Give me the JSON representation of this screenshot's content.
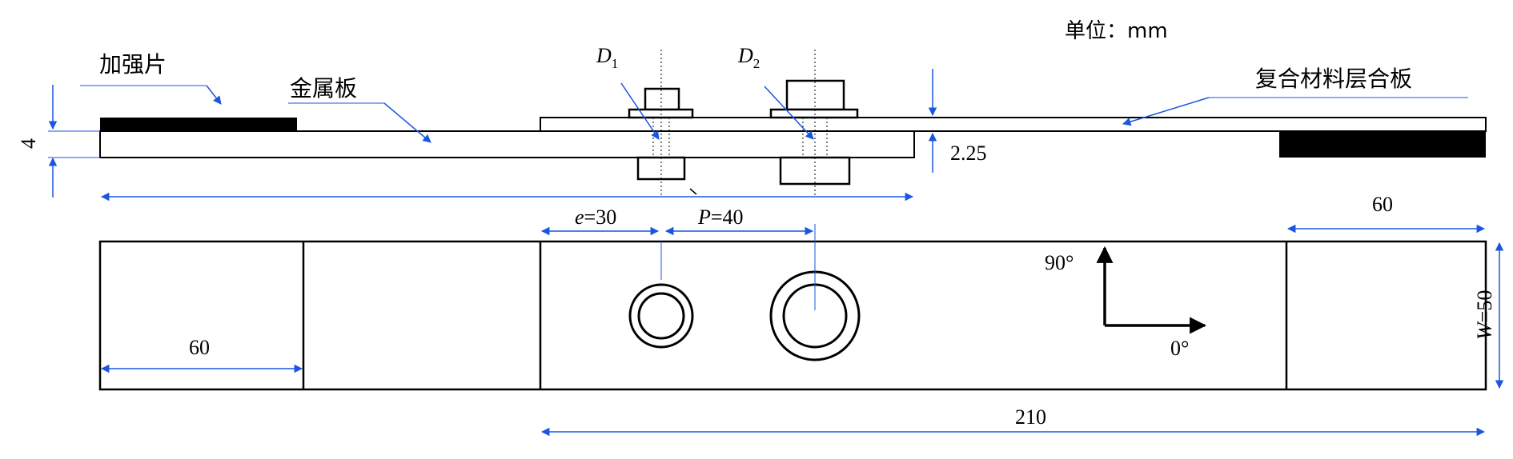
{
  "unit_label": "单位：mm",
  "labels": {
    "stiffener": "加强片",
    "metal_plate": "金属板",
    "composite_laminate": "复合材料层合板",
    "d1_letter": "D",
    "d1_sub": "1",
    "d2_letter": "D",
    "d2_sub": "2"
  },
  "dimensions": {
    "thickness_total": "4",
    "thickness_laminate": "2.25",
    "edge_distance_var": "e",
    "edge_distance_value": "=30",
    "pitch_var": "P",
    "pitch_value": "=40",
    "tab_length_right": "60",
    "tab_length_left": "60",
    "width_var": "W",
    "width_value": "=50",
    "laminate_length": "210"
  },
  "orientation": {
    "angle_90": "90°",
    "angle_0": "0°"
  },
  "colors": {
    "line": "#000000",
    "dimension_arrow": "#1a56e0",
    "stiffener_fill": "#000000"
  }
}
